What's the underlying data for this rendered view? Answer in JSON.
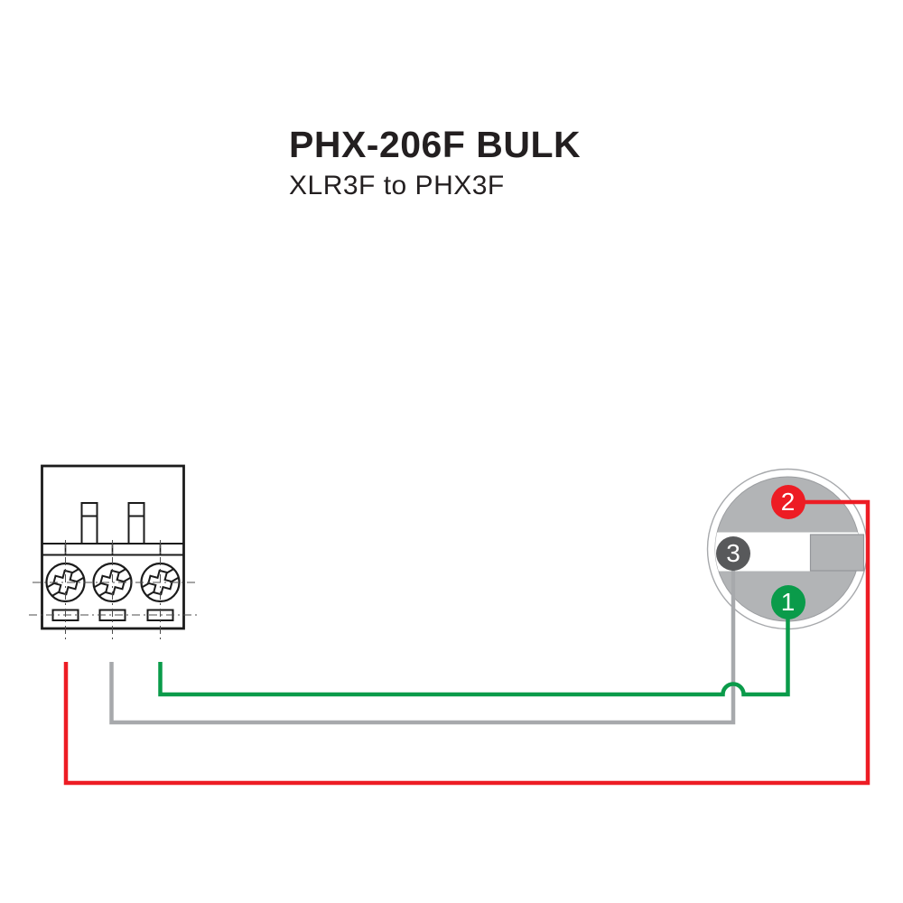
{
  "title": {
    "heading": "PHX-206F BULK",
    "subheading": "XLR3F to PHX3F"
  },
  "colors": {
    "red": "#ed1c24",
    "green": "#0a9b4a",
    "gray_wire": "#a7a9ac",
    "pin_dark": "#58595b",
    "xlr_body": "#b2b4b6",
    "xlr_ring": "#a7a9ac",
    "line_black": "#1b1b1b",
    "text": "#231f20"
  },
  "phoenix_connector": {
    "type": "3-terminal screw block",
    "terminal_count": 3
  },
  "xlr_connector": {
    "type": "XLR3F front view",
    "pins": [
      {
        "label": "2",
        "color": "red",
        "position": "top"
      },
      {
        "label": "3",
        "color": "pin_dark",
        "position": "left"
      },
      {
        "label": "1",
        "color": "green",
        "position": "bottom"
      }
    ]
  },
  "wires": [
    {
      "name": "red-wire",
      "color": "red",
      "from": "phoenix-terminal-1",
      "to": "xlr-pin-2"
    },
    {
      "name": "gray-wire",
      "color": "gray_wire",
      "from": "phoenix-terminal-2",
      "to": "xlr-pin-3"
    },
    {
      "name": "green-wire",
      "color": "green",
      "from": "phoenix-terminal-3",
      "to": "xlr-pin-1"
    }
  ]
}
